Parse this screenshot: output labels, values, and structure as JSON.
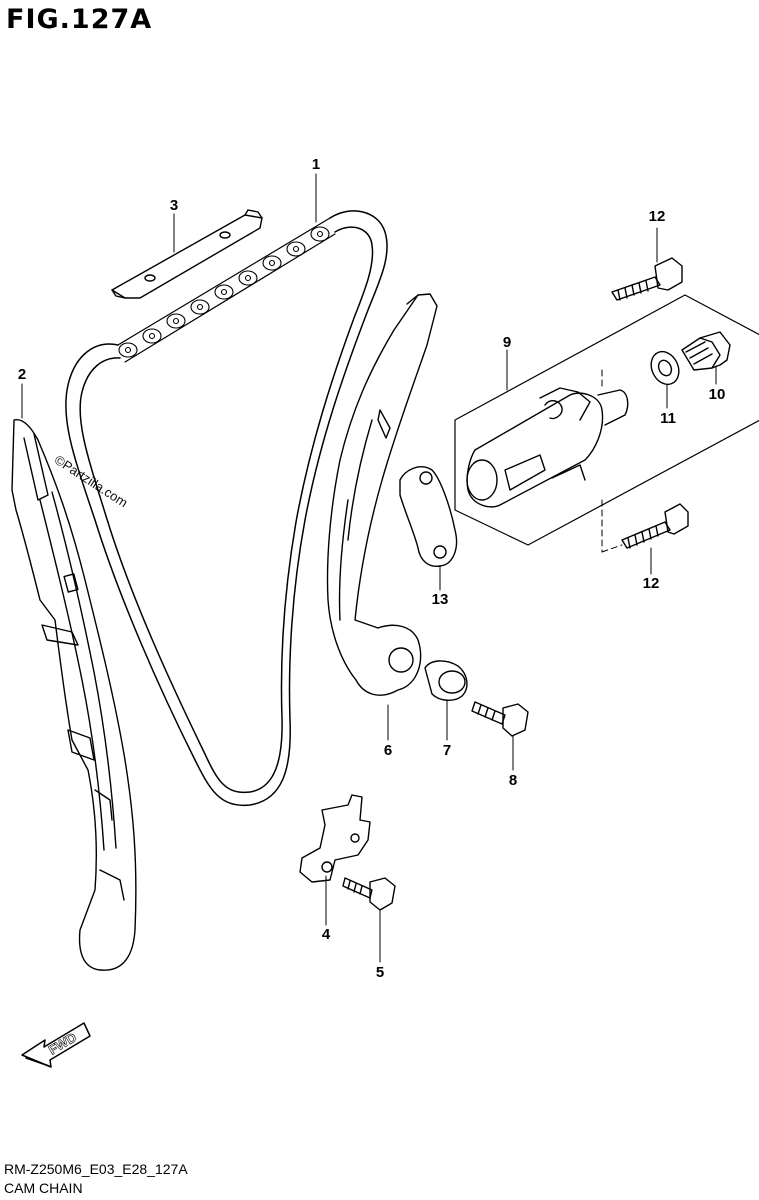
{
  "figure": {
    "title": "FIG.127A"
  },
  "callouts": [
    {
      "id": "1",
      "label": "1"
    },
    {
      "id": "2",
      "label": "2"
    },
    {
      "id": "3",
      "label": "3"
    },
    {
      "id": "4",
      "label": "4"
    },
    {
      "id": "5",
      "label": "5"
    },
    {
      "id": "6",
      "label": "6"
    },
    {
      "id": "7",
      "label": "7"
    },
    {
      "id": "8",
      "label": "8"
    },
    {
      "id": "9",
      "label": "9"
    },
    {
      "id": "10",
      "label": "10"
    },
    {
      "id": "11",
      "label": "11"
    },
    {
      "id": "12a",
      "label": "12"
    },
    {
      "id": "12b",
      "label": "12"
    },
    {
      "id": "13",
      "label": "13"
    }
  ],
  "fwd_label": "FWD",
  "watermark": "©Partzilla.com",
  "footer": {
    "model_code": "RM-Z250M6_E03_E28_127A",
    "section_name": "CAM CHAIN"
  }
}
